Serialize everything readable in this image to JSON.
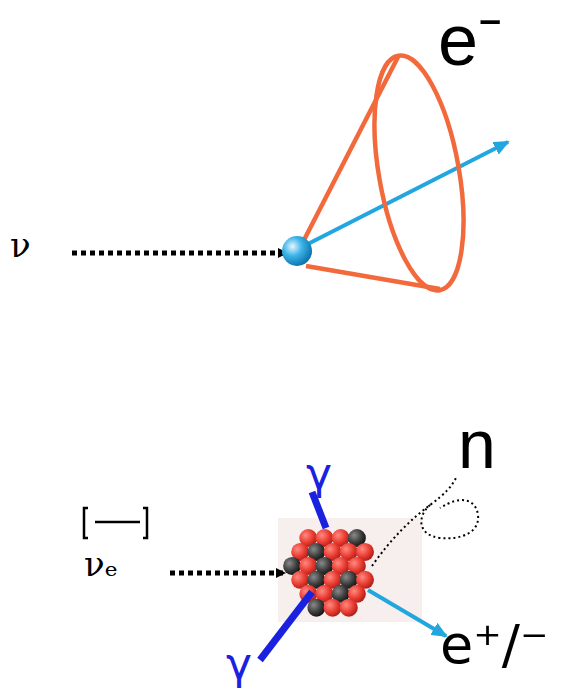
{
  "diagram": {
    "labels": [
      "ν",
      "e⁻",
      "γ",
      "γ",
      "n",
      "νₑ",
      "e⁺/⁻"
    ]
  }
}
